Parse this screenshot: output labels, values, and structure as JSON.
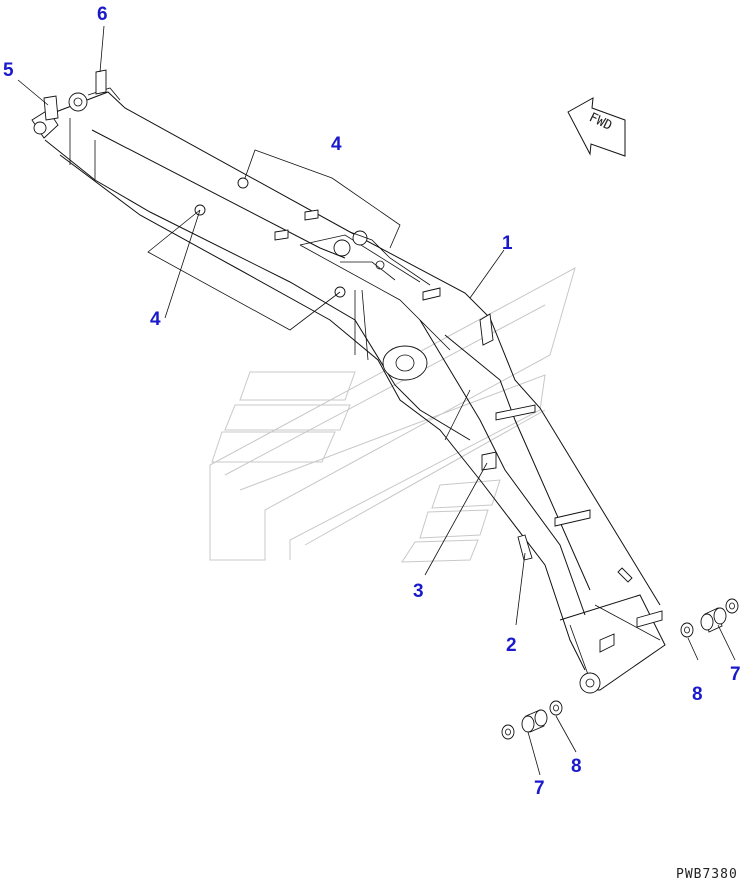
{
  "callouts": [
    {
      "id": "c1",
      "label": "1"
    },
    {
      "id": "c2",
      "label": "2"
    },
    {
      "id": "c3",
      "label": "3"
    },
    {
      "id": "c4a",
      "label": "4"
    },
    {
      "id": "c4b",
      "label": "4"
    },
    {
      "id": "c5",
      "label": "5"
    },
    {
      "id": "c6",
      "label": "6"
    },
    {
      "id": "c7a",
      "label": "7"
    },
    {
      "id": "c7b",
      "label": "7"
    },
    {
      "id": "c8a",
      "label": "8"
    },
    {
      "id": "c8b",
      "label": "8"
    }
  ],
  "direction_marker": {
    "label": "FWD"
  },
  "document_code": "PWB7380",
  "colors": {
    "callout": "#1a1acc",
    "line": "#111111",
    "watermark": "#c8c8c8"
  }
}
